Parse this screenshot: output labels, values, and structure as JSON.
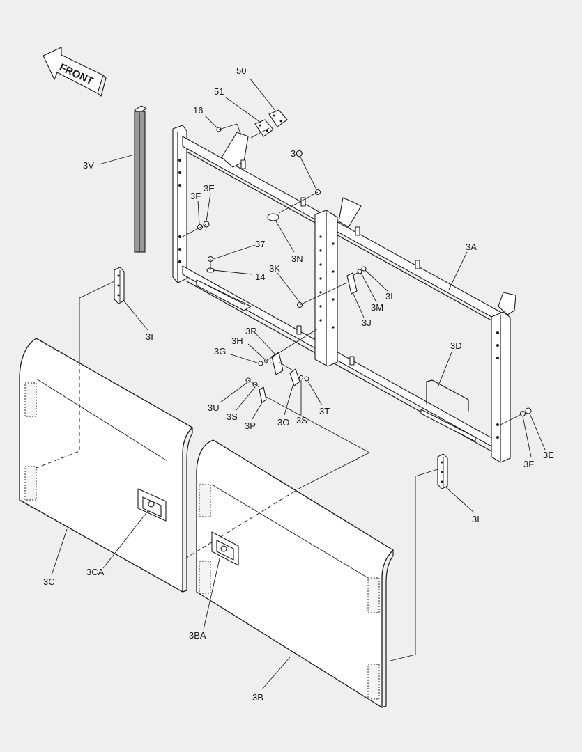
{
  "arrow": {
    "text": "FRONT"
  },
  "labels": {
    "l50": "50",
    "l51": "51",
    "l16": "16",
    "l3Q": "3Q",
    "l3V": "3V",
    "l3E_top": "3E",
    "l3F_top": "3F",
    "l37": "37",
    "l14": "14",
    "l3N": "3N",
    "l3K": "3K",
    "l3M": "3M",
    "l3L": "3L",
    "l3J": "3J",
    "l3A": "3A",
    "l3I_left": "3I",
    "l3R": "3R",
    "l3H": "3H",
    "l3G": "3G",
    "l3D": "3D",
    "l3U": "3U",
    "l3S_left": "3S",
    "l3P": "3P",
    "l3O": "3O",
    "l3S_right": "3S",
    "l3T": "3T",
    "l3F_right": "3F",
    "l3E_right": "3E",
    "l3I_right": "3I",
    "l3C": "3C",
    "l3CA": "3CA",
    "l3BA": "3BA",
    "l3B": "3B"
  }
}
